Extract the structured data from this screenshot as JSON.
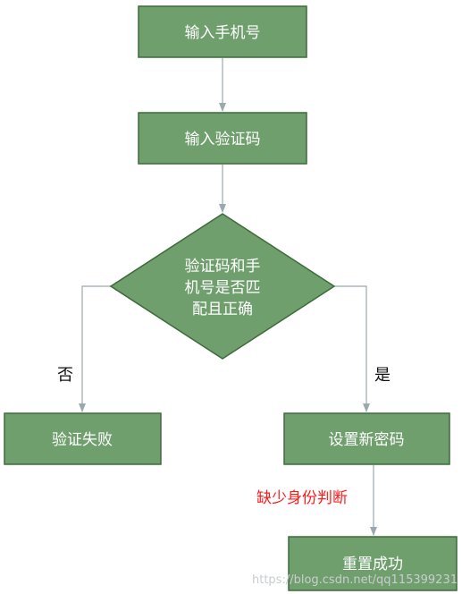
{
  "colors": {
    "node_fill": "#6f9f6c",
    "node_stroke": "#3f6a3d",
    "node_text": "#ffffff",
    "arrow": "#9aa8b0",
    "annotation": "#ff1a1a",
    "edge_label": "#111111",
    "watermark": "#c9cdd0"
  },
  "nodes": {
    "enter_phone": "输入手机号",
    "enter_code": "输入验证码",
    "check": {
      "line1": "验证码和手",
      "line2": "机号是否匹",
      "line3": "配且正确"
    },
    "verify_failed": "验证失败",
    "set_password": "设置新密码",
    "reset_success": "重置成功"
  },
  "edge_labels": {
    "no": "否",
    "yes": "是"
  },
  "annotation": "缺少身份判断",
  "watermark": "https://blog.csdn.net/qq115399231"
}
